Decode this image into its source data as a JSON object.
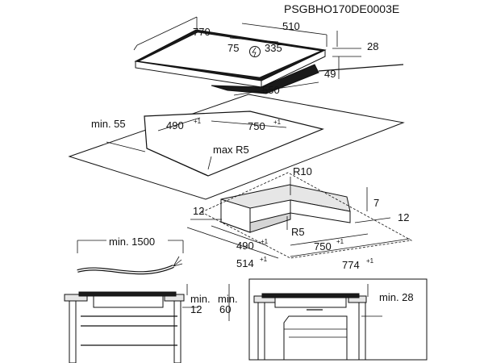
{
  "code": "PSGBHO170DE0003E",
  "hob": {
    "width": "770",
    "depth": "510",
    "offset_a": "75",
    "offset_b": "335",
    "height": "28",
    "depth_inner": "550",
    "edge": "49"
  },
  "cutout": {
    "clearance": "min. 55",
    "depth": "490",
    "width": "750",
    "tol": "+1",
    "radius": "max R5"
  },
  "cutout_detail": {
    "radius_top": "R10",
    "radius_bottom": "R5",
    "frame_left": "12",
    "frame_right": "12",
    "frame_height": "7",
    "depth": "490",
    "width": "750",
    "outer_depth": "514",
    "outer_width": "774",
    "tol": "+1"
  },
  "cable": {
    "length": "min. 1500"
  },
  "section_left": {
    "gap": "min.",
    "gap_val": "12",
    "drawer": "min.",
    "drawer_val": "60"
  },
  "section_right": {
    "gap": "min. 28"
  }
}
